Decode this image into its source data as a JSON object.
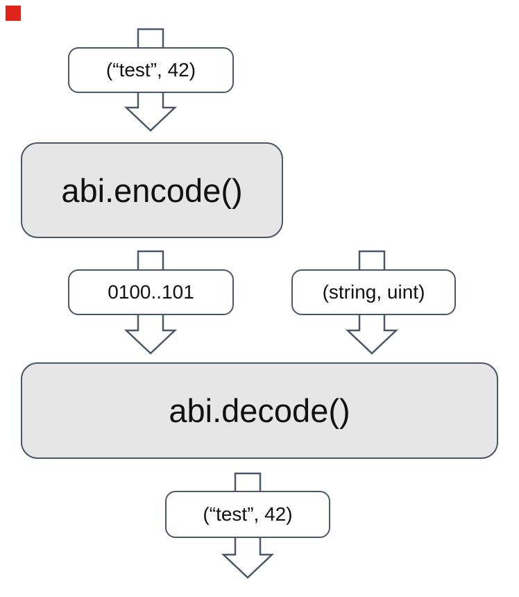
{
  "page": {
    "background": "#ffffff"
  },
  "marker": {
    "name": "red-square",
    "color": "#df241c"
  },
  "palette": {
    "node_border": "#4b5768",
    "arrow_outline": "#4b5768",
    "arrow_fill": "#ffffff",
    "data_node_fill": "#ffffff",
    "process_node_fill": "#e6e6e6",
    "text": "#111111"
  },
  "diagram": {
    "type": "flowchart",
    "direction": "top-to-bottom",
    "nodes": [
      {
        "id": "input-tuple",
        "kind": "data",
        "label": "(“test”, 42)"
      },
      {
        "id": "abi-encode",
        "kind": "process",
        "label": "abi.encode()"
      },
      {
        "id": "encoded-bytes",
        "kind": "data",
        "label": "0100..101"
      },
      {
        "id": "types-tuple",
        "kind": "data",
        "label": "(string, uint)"
      },
      {
        "id": "abi-decode",
        "kind": "process",
        "label": "abi.decode()"
      },
      {
        "id": "output-tuple",
        "kind": "data",
        "label": "(“test”, 42)"
      }
    ],
    "edges": [
      {
        "id": "e1",
        "shape": "block-arrow-down",
        "through": "input-tuple",
        "to": "abi-encode"
      },
      {
        "id": "e2",
        "shape": "block-arrow-down",
        "from": "abi-encode",
        "through": "encoded-bytes",
        "to": "abi-decode"
      },
      {
        "id": "e3",
        "shape": "block-arrow-down",
        "through": "types-tuple",
        "to": "abi-decode"
      },
      {
        "id": "e4",
        "shape": "block-arrow-down",
        "from": "abi-decode",
        "through": "output-tuple"
      }
    ]
  }
}
